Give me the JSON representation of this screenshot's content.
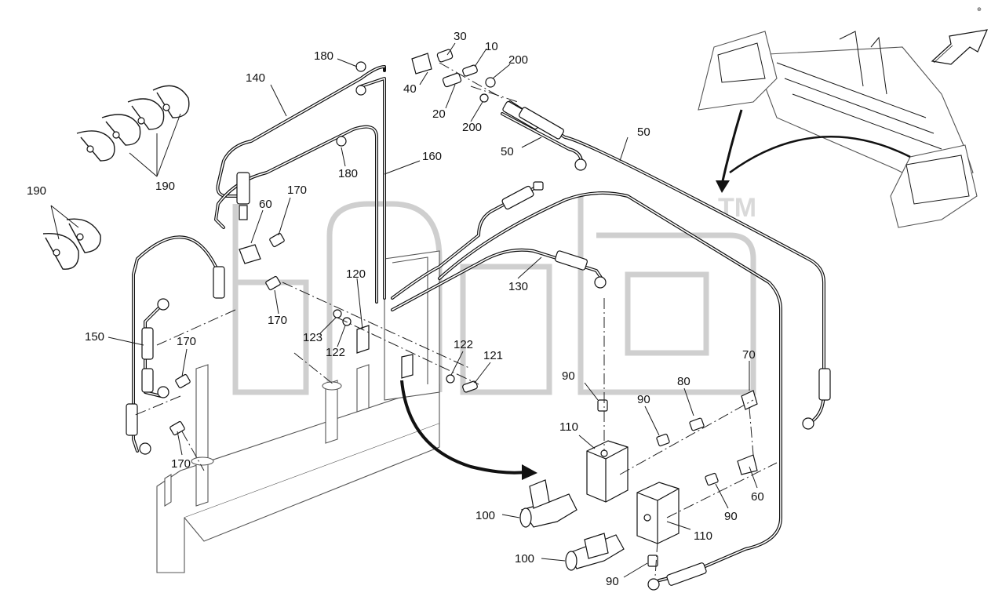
{
  "watermark": {
    "trademark": "TM"
  },
  "callouts": [
    {
      "id": "c-30",
      "text": "30"
    },
    {
      "id": "c-10",
      "text": "10"
    },
    {
      "id": "c-200a",
      "text": "200"
    },
    {
      "id": "c-40",
      "text": "40"
    },
    {
      "id": "c-20",
      "text": "20"
    },
    {
      "id": "c-200b",
      "text": "200"
    },
    {
      "id": "c-180a",
      "text": "180"
    },
    {
      "id": "c-140",
      "text": "140"
    },
    {
      "id": "c-180b",
      "text": "180"
    },
    {
      "id": "c-160",
      "text": "160"
    },
    {
      "id": "c-50a",
      "text": "50"
    },
    {
      "id": "c-50b",
      "text": "50"
    },
    {
      "id": "c-190a",
      "text": "190"
    },
    {
      "id": "c-190b",
      "text": "190"
    },
    {
      "id": "c-170a",
      "text": "170"
    },
    {
      "id": "c-60a",
      "text": "60"
    },
    {
      "id": "c-120",
      "text": "120"
    },
    {
      "id": "c-130",
      "text": "130"
    },
    {
      "id": "c-170b",
      "text": "170"
    },
    {
      "id": "c-123",
      "text": "123"
    },
    {
      "id": "c-122a",
      "text": "122"
    },
    {
      "id": "c-122b",
      "text": "122"
    },
    {
      "id": "c-121",
      "text": "121"
    },
    {
      "id": "c-150",
      "text": "150"
    },
    {
      "id": "c-170c",
      "text": "170"
    },
    {
      "id": "c-170d",
      "text": "170"
    },
    {
      "id": "c-90a",
      "text": "90"
    },
    {
      "id": "c-90b",
      "text": "90"
    },
    {
      "id": "c-80",
      "text": "80"
    },
    {
      "id": "c-70",
      "text": "70"
    },
    {
      "id": "c-110a",
      "text": "110"
    },
    {
      "id": "c-60b",
      "text": "60"
    },
    {
      "id": "c-90c",
      "text": "90"
    },
    {
      "id": "c-110b",
      "text": "110"
    },
    {
      "id": "c-100a",
      "text": "100"
    },
    {
      "id": "c-100b",
      "text": "100"
    },
    {
      "id": "c-90d",
      "text": "90"
    }
  ]
}
